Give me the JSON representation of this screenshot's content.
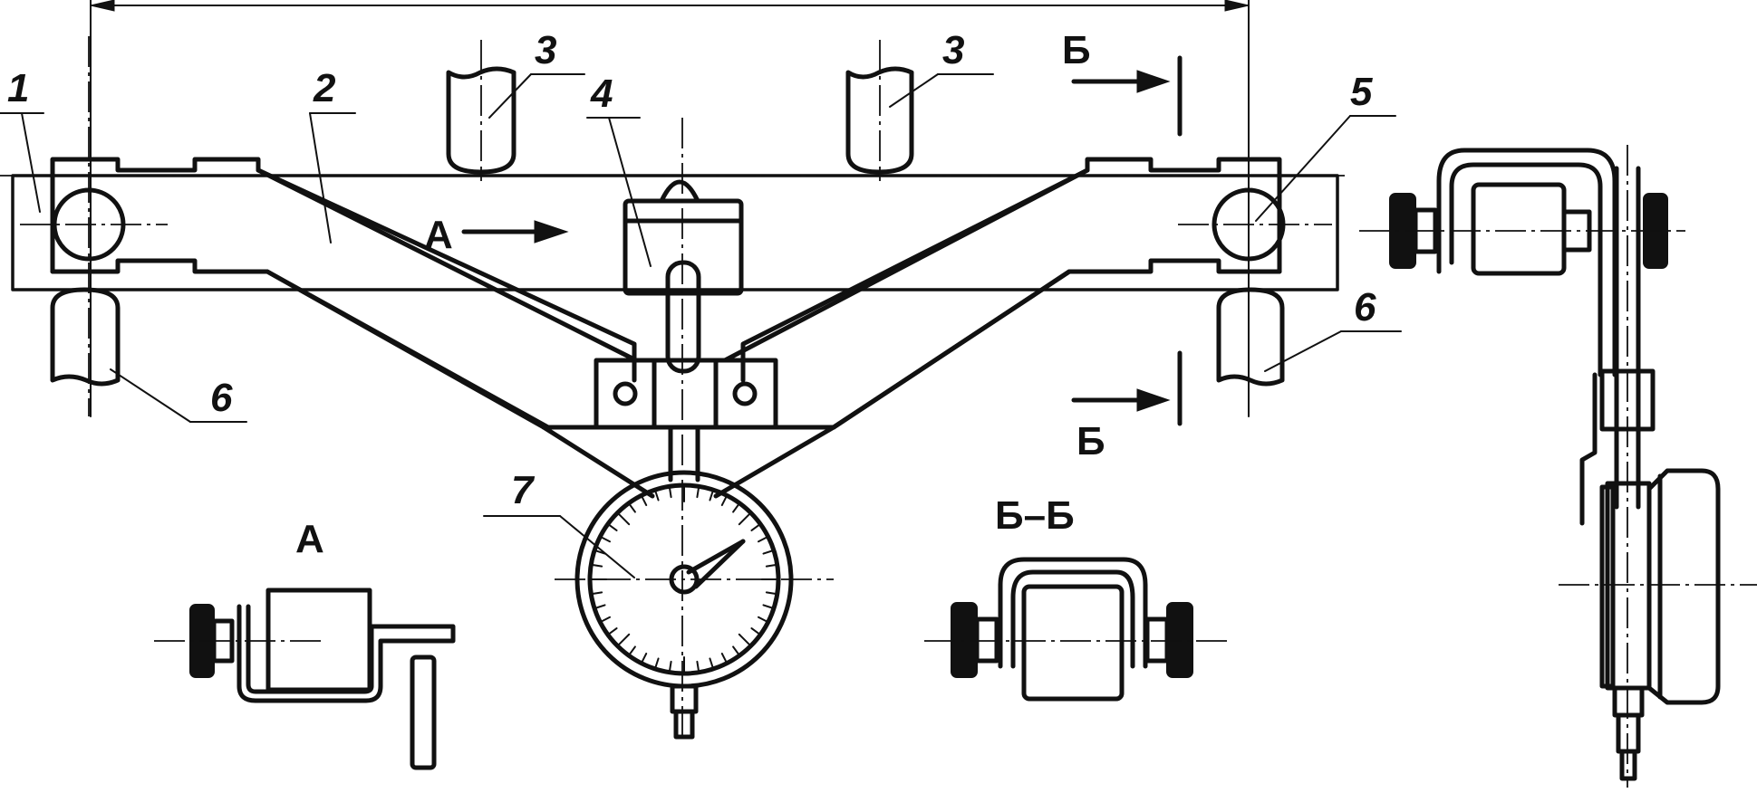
{
  "labels": {
    "part1": "1",
    "part2": "2",
    "part3a": "3",
    "part3b": "3",
    "part4": "4",
    "part5": "5",
    "part6a": "6",
    "part6b": "6",
    "part7": "7",
    "arrowA": "A",
    "sectionB_top": "Б",
    "sectionB_bottom": "Б",
    "viewA": "A",
    "viewBB": "Б–Б"
  },
  "colors": {
    "ink": "#111111",
    "paper": "#ffffff"
  }
}
